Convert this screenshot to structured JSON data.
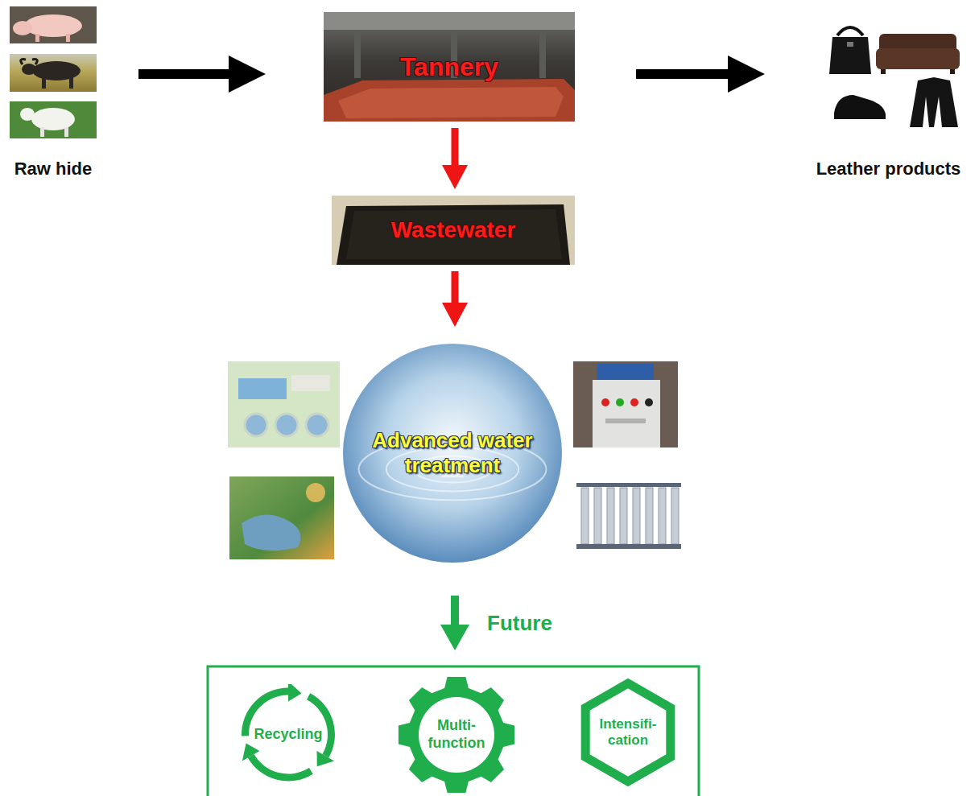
{
  "diagram": {
    "nodes": [
      {
        "text": [
          "Raw hide"
        ]
      },
      {
        "text": [
          "Tannery"
        ]
      },
      {
        "text": [
          "Leather products"
        ]
      },
      {
        "text": [
          "Wastewater"
        ]
      },
      {
        "text": [
          "Advanced water treatment"
        ]
      },
      {
        "text": [
          "Recycling"
        ]
      },
      {
        "text": [
          "Multi-function"
        ]
      },
      {
        "text": [
          "Intensifi-cation"
        ]
      }
    ],
    "edges": [
      {
        "from": 0,
        "to": 1,
        "arrow": "to"
      },
      {
        "from": 1,
        "to": 2,
        "arrow": "to"
      },
      {
        "from": 1,
        "to": 3,
        "arrow": "to"
      },
      {
        "from": 3,
        "to": 4,
        "arrow": "to"
      },
      {
        "from": 4,
        "to": 6,
        "label": "Future",
        "arrow": "to"
      }
    ]
  }
}
